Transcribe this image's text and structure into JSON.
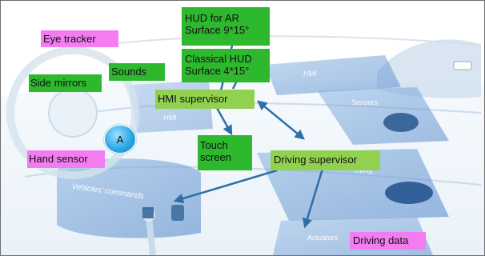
{
  "labels": {
    "eye_tracker": "Eye tracker",
    "side_mirrors": "Side mirrors",
    "sounds": "Sounds",
    "hud_ar": [
      "HUD for AR",
      "Surface 9*15°"
    ],
    "classical_hud": [
      "Classical HUD",
      "Surface 4*15°"
    ],
    "hmi_supervisor": "HMI supervisor",
    "touch_screen": [
      "Touch",
      "screen"
    ],
    "driving_supervisor": "Driving supervisor",
    "hand_sensor": "Hand sensor",
    "driving_data": "Driving data",
    "a_badge": "A"
  },
  "watermarks": {
    "hmi_right": "HMI",
    "hmi_left": "HMI",
    "sensors": "Sensors",
    "vehicles_commands": "Vehicles' commands",
    "driving": "riving",
    "actuators": "Actuators"
  },
  "colors": {
    "pink": "#f27cf0",
    "green": "#2eb82e",
    "lime": "#92d050",
    "arrow": "#2f6fa7",
    "panel_blue": "#6f9fd6"
  }
}
